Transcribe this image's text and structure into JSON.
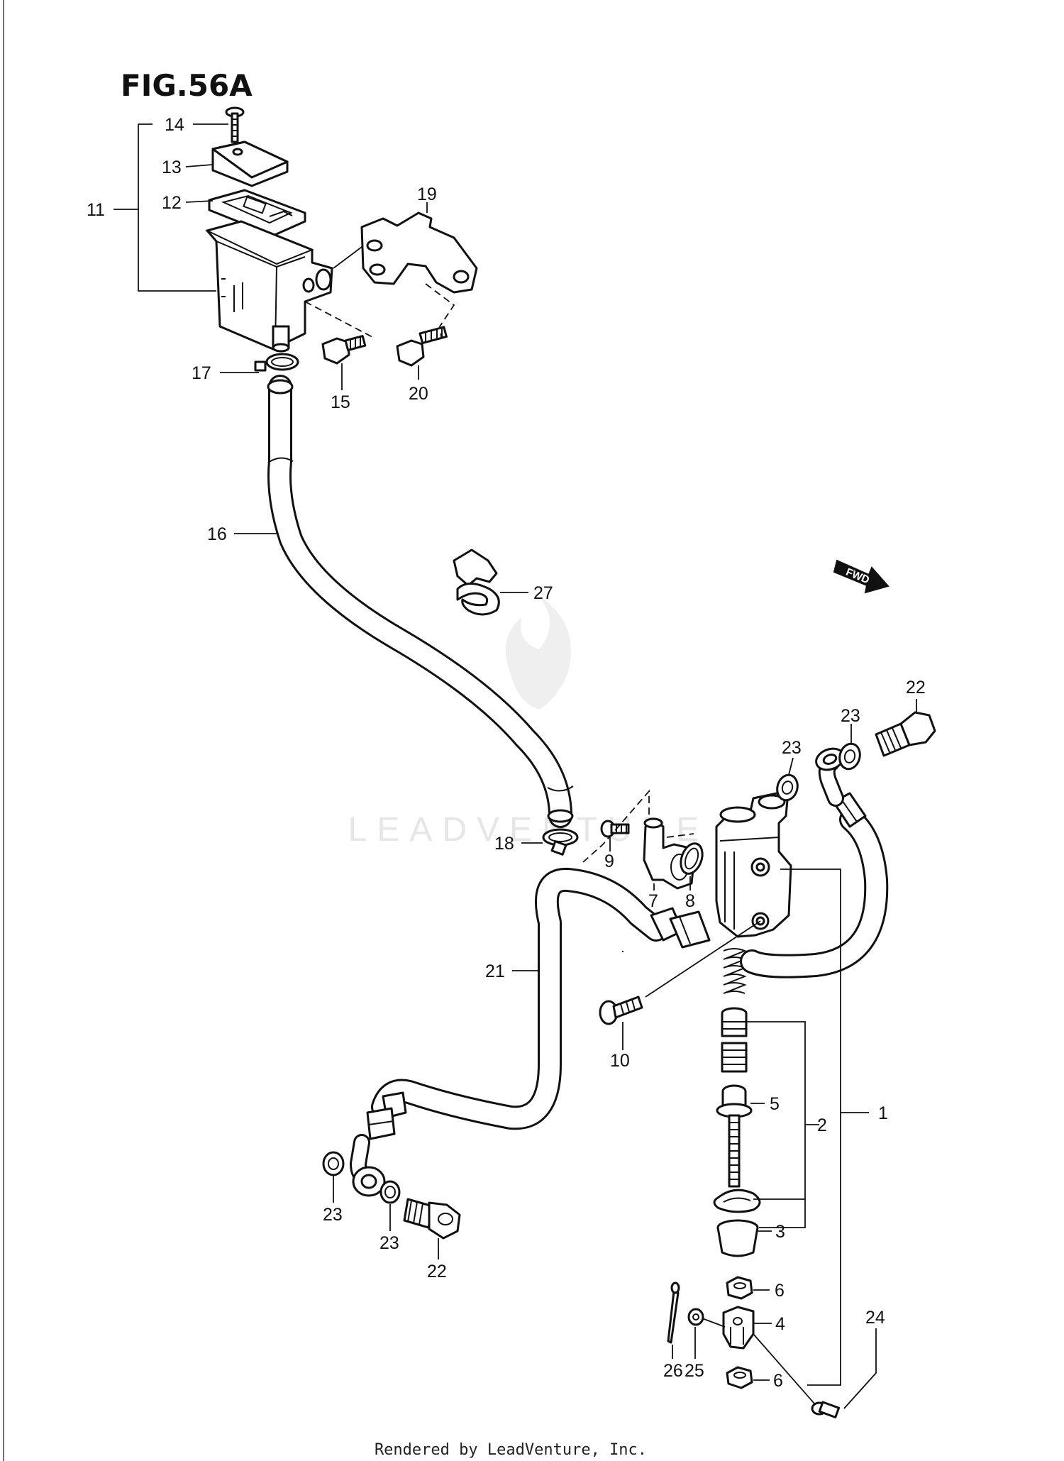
{
  "figure": {
    "title": "FIG.56A",
    "watermark": "LEADVENTURE",
    "fwd_arrow_label": "FWD",
    "footer": "Rendered by LeadVenture, Inc."
  },
  "callouts": [
    {
      "id": "c1",
      "label": "1"
    },
    {
      "id": "c2",
      "label": "2"
    },
    {
      "id": "c3",
      "label": "3"
    },
    {
      "id": "c4",
      "label": "4"
    },
    {
      "id": "c5",
      "label": "5"
    },
    {
      "id": "c6a",
      "label": "6"
    },
    {
      "id": "c6b",
      "label": "6"
    },
    {
      "id": "c7",
      "label": "7"
    },
    {
      "id": "c8",
      "label": "8"
    },
    {
      "id": "c9",
      "label": "9"
    },
    {
      "id": "c10",
      "label": "10"
    },
    {
      "id": "c11",
      "label": "11"
    },
    {
      "id": "c12",
      "label": "12"
    },
    {
      "id": "c13",
      "label": "13"
    },
    {
      "id": "c14",
      "label": "14"
    },
    {
      "id": "c15",
      "label": "15"
    },
    {
      "id": "c16",
      "label": "16"
    },
    {
      "id": "c17",
      "label": "17"
    },
    {
      "id": "c18",
      "label": "18"
    },
    {
      "id": "c19",
      "label": "19"
    },
    {
      "id": "c20",
      "label": "20"
    },
    {
      "id": "c21",
      "label": "21"
    },
    {
      "id": "c22a",
      "label": "22"
    },
    {
      "id": "c22b",
      "label": "22"
    },
    {
      "id": "c23a",
      "label": "23"
    },
    {
      "id": "c23b",
      "label": "23"
    },
    {
      "id": "c23c",
      "label": "23"
    },
    {
      "id": "c23d",
      "label": "23"
    },
    {
      "id": "c24",
      "label": "24"
    },
    {
      "id": "c25",
      "label": "25"
    },
    {
      "id": "c26",
      "label": "26"
    },
    {
      "id": "c27",
      "label": "27"
    }
  ],
  "colors": {
    "ink": "#111111",
    "paper": "#ffffff",
    "watermark": "#e6e6e6"
  }
}
